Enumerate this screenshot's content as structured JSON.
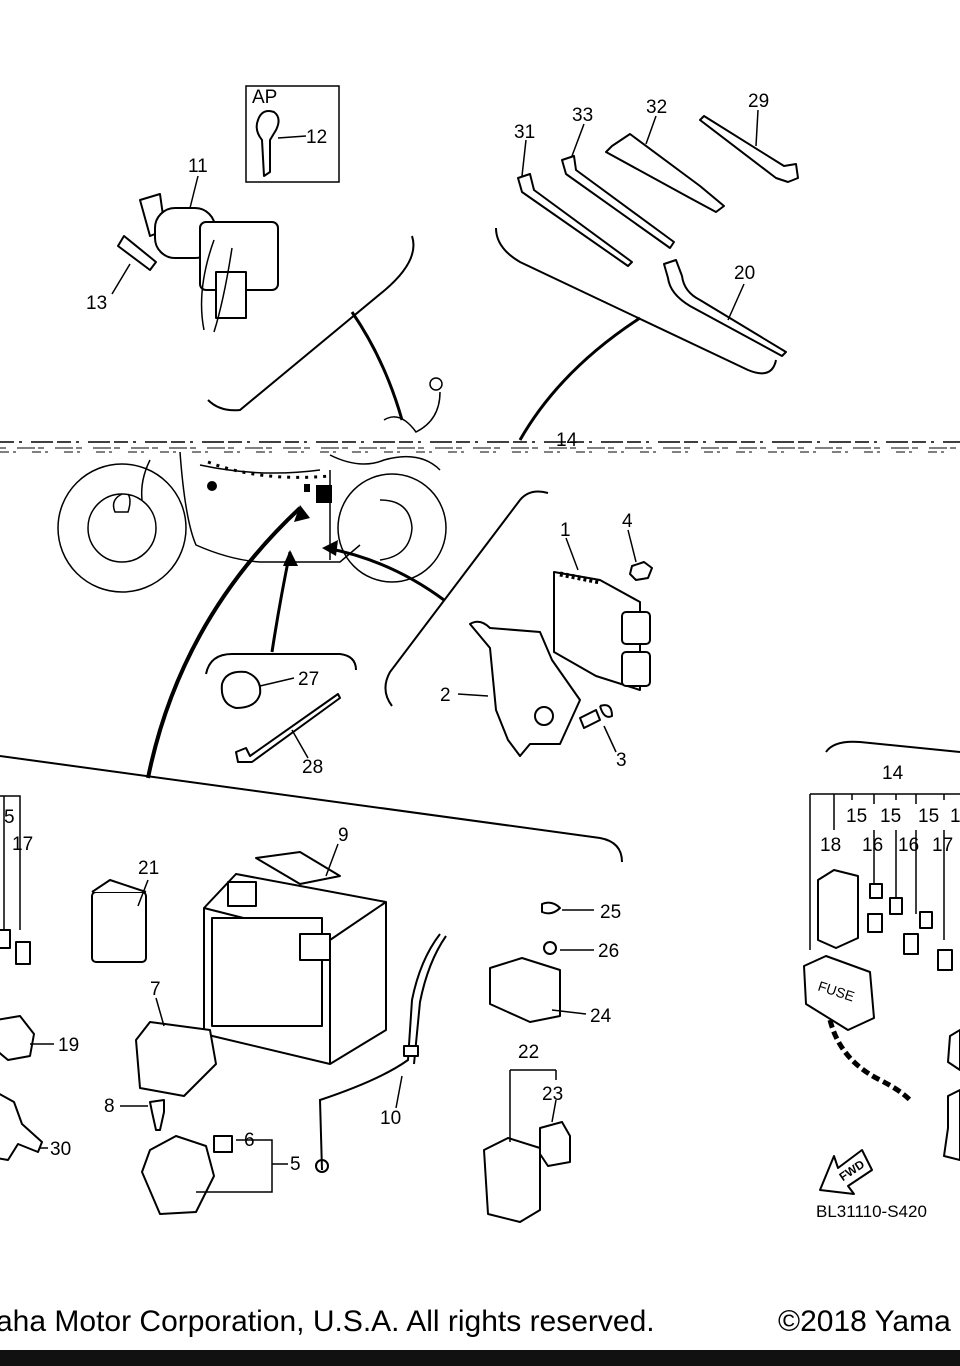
{
  "labels": {
    "ap": "AP",
    "p1": "1",
    "p2": "2",
    "p3": "3",
    "p4": "4",
    "p5a": "5",
    "p5b": "5",
    "p6": "6",
    "p7": "7",
    "p8": "8",
    "p9": "9",
    "p10": "10",
    "p11": "11",
    "p12": "12",
    "p13": "13",
    "p14a": "14",
    "p14b": "14",
    "p15a": "15",
    "p15b": "15",
    "p15c": "15",
    "p15d": "1",
    "p16a": "16",
    "p16b": "16",
    "p17a": "17",
    "p17b": "17",
    "p18": "18",
    "p19": "19",
    "p20": "20",
    "p21": "21",
    "p22": "22",
    "p23": "23",
    "p24": "24",
    "p25": "25",
    "p26": "26",
    "p27": "27",
    "p28": "28",
    "p29": "29",
    "p30": "30",
    "p31": "31",
    "p32": "32",
    "p33": "33",
    "fuse": "FUSE",
    "fwd": "FWD"
  },
  "diagram_code": "BL31110-S420",
  "footer": {
    "left": "aha Motor Corporation, U.S.A. All rights reserved.",
    "right": "©2018 Yama"
  }
}
